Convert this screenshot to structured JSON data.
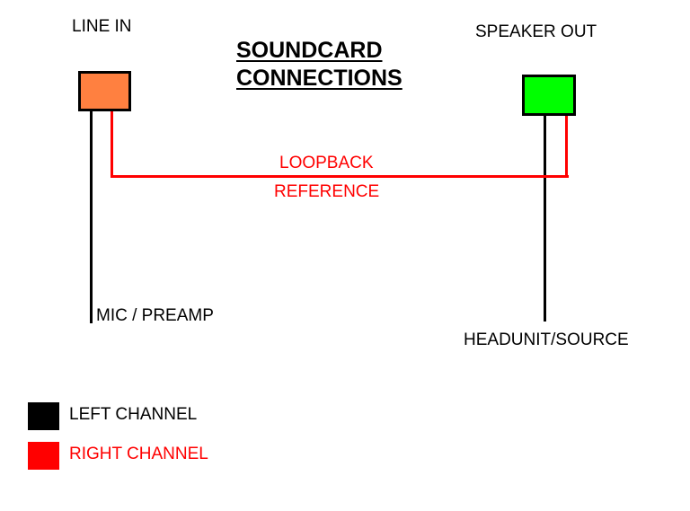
{
  "title": {
    "line1": "SOUNDCARD",
    "line2": "CONNECTIONS"
  },
  "nodes": {
    "line_in": {
      "label": "LINE IN",
      "color": "#ff8040"
    },
    "speaker_out": {
      "label": "SPEAKER OUT",
      "color": "#00ff00"
    },
    "mic_preamp": {
      "label": "MIC / PREAMP"
    },
    "headunit_source": {
      "label": "HEADUNIT/SOURCE"
    }
  },
  "connections": {
    "loopback_label": "LOOPBACK",
    "reference_label": "REFERENCE"
  },
  "legend": [
    {
      "label": "LEFT CHANNEL",
      "color": "#000000"
    },
    {
      "label": "RIGHT CHANNEL",
      "color": "#ff0000"
    }
  ]
}
